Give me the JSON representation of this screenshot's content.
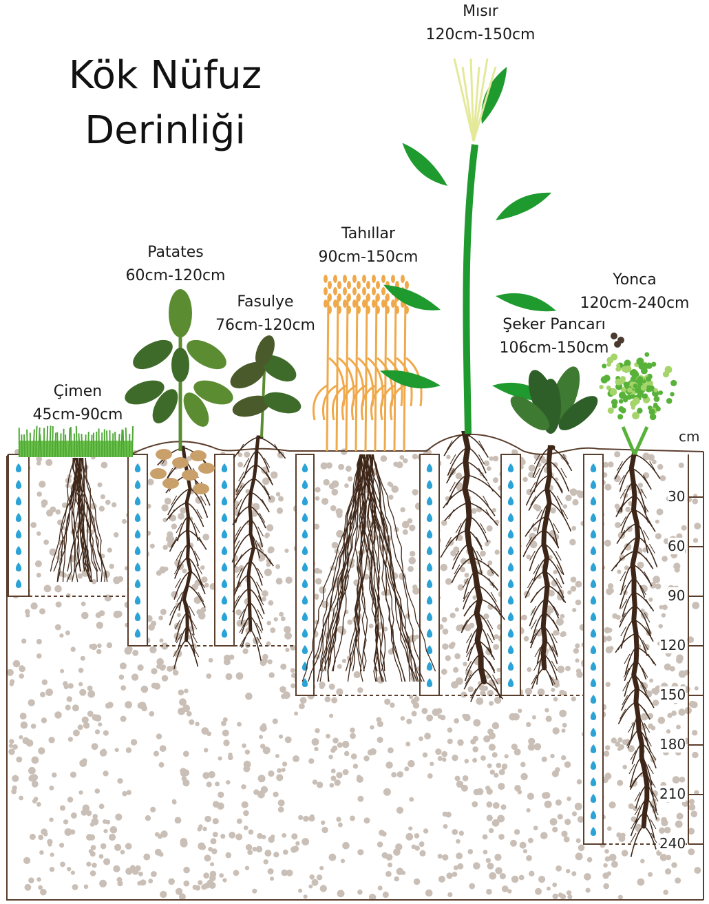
{
  "title": {
    "line1": "Kök Nüfuz",
    "line2": "Derinliği"
  },
  "plants": [
    {
      "id": "cimen",
      "name": "Çimen",
      "range": "45cm-90cm",
      "max_depth_cm": 90
    },
    {
      "id": "patates",
      "name": "Patates",
      "range": "60cm-120cm",
      "max_depth_cm": 120
    },
    {
      "id": "fasulye",
      "name": "Fasulye",
      "range": "76cm-120cm",
      "max_depth_cm": 120
    },
    {
      "id": "tahillar",
      "name": "Tahıllar",
      "range": "90cm-150cm",
      "max_depth_cm": 150
    },
    {
      "id": "misir",
      "name": "Mısır",
      "range": "120cm-150cm",
      "max_depth_cm": 150
    },
    {
      "id": "seker-pancari",
      "name": "Şeker Pancarı",
      "range": "106cm-150cm",
      "max_depth_cm": 150
    },
    {
      "id": "yonca",
      "name": "Yonca",
      "range": "120cm-240cm",
      "max_depth_cm": 240
    }
  ],
  "depth_axis": {
    "unit": "cm",
    "ticks": [
      "30",
      "60",
      "90",
      "120",
      "150",
      "180",
      "210",
      "240"
    ]
  },
  "colors": {
    "soil_dot": "#c9bfb6",
    "soil_line": "#5a3d2b",
    "root": "#3d2618",
    "water": "#2ba3d6",
    "grass": "#6cc24a",
    "leaf_dark": "#3e6b2a",
    "leaf_mid": "#5b8c32",
    "wheat": "#f0a94a",
    "corn_green": "#1f9a2e",
    "corn_tassel": "#e4e99a",
    "beet_leaf": "#3f7a33",
    "alfalfa": "#58b23a",
    "potato_tuber": "#c9a06a"
  }
}
